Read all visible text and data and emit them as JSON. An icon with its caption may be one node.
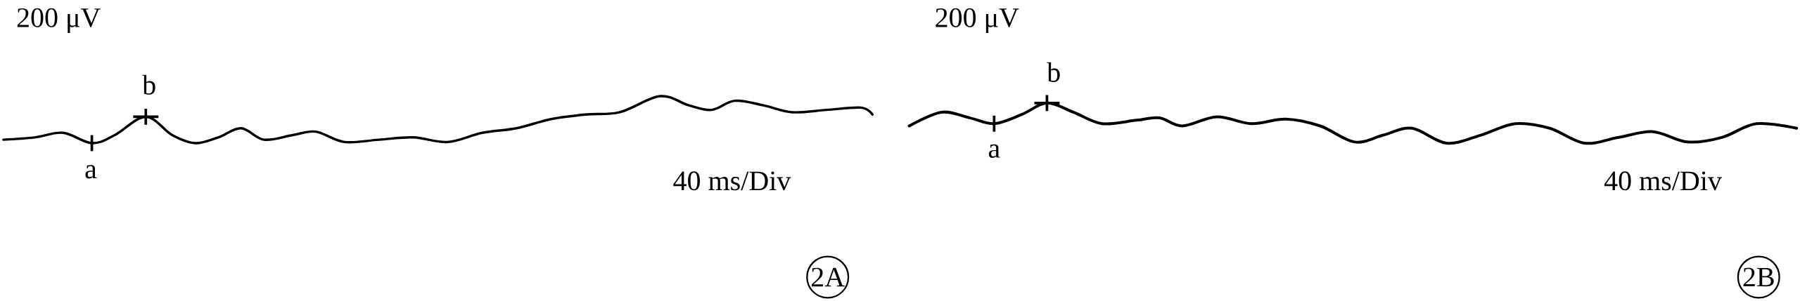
{
  "diagram": {
    "nodes": [
      {
        "text": [
          "2A"
        ]
      },
      {
        "text": [
          "2B"
        ]
      }
    ],
    "labels": [
      "200 μV",
      "b",
      "a",
      "40 ms/Div",
      "200 μV",
      "b",
      "a",
      "40 ms/Div"
    ]
  }
}
